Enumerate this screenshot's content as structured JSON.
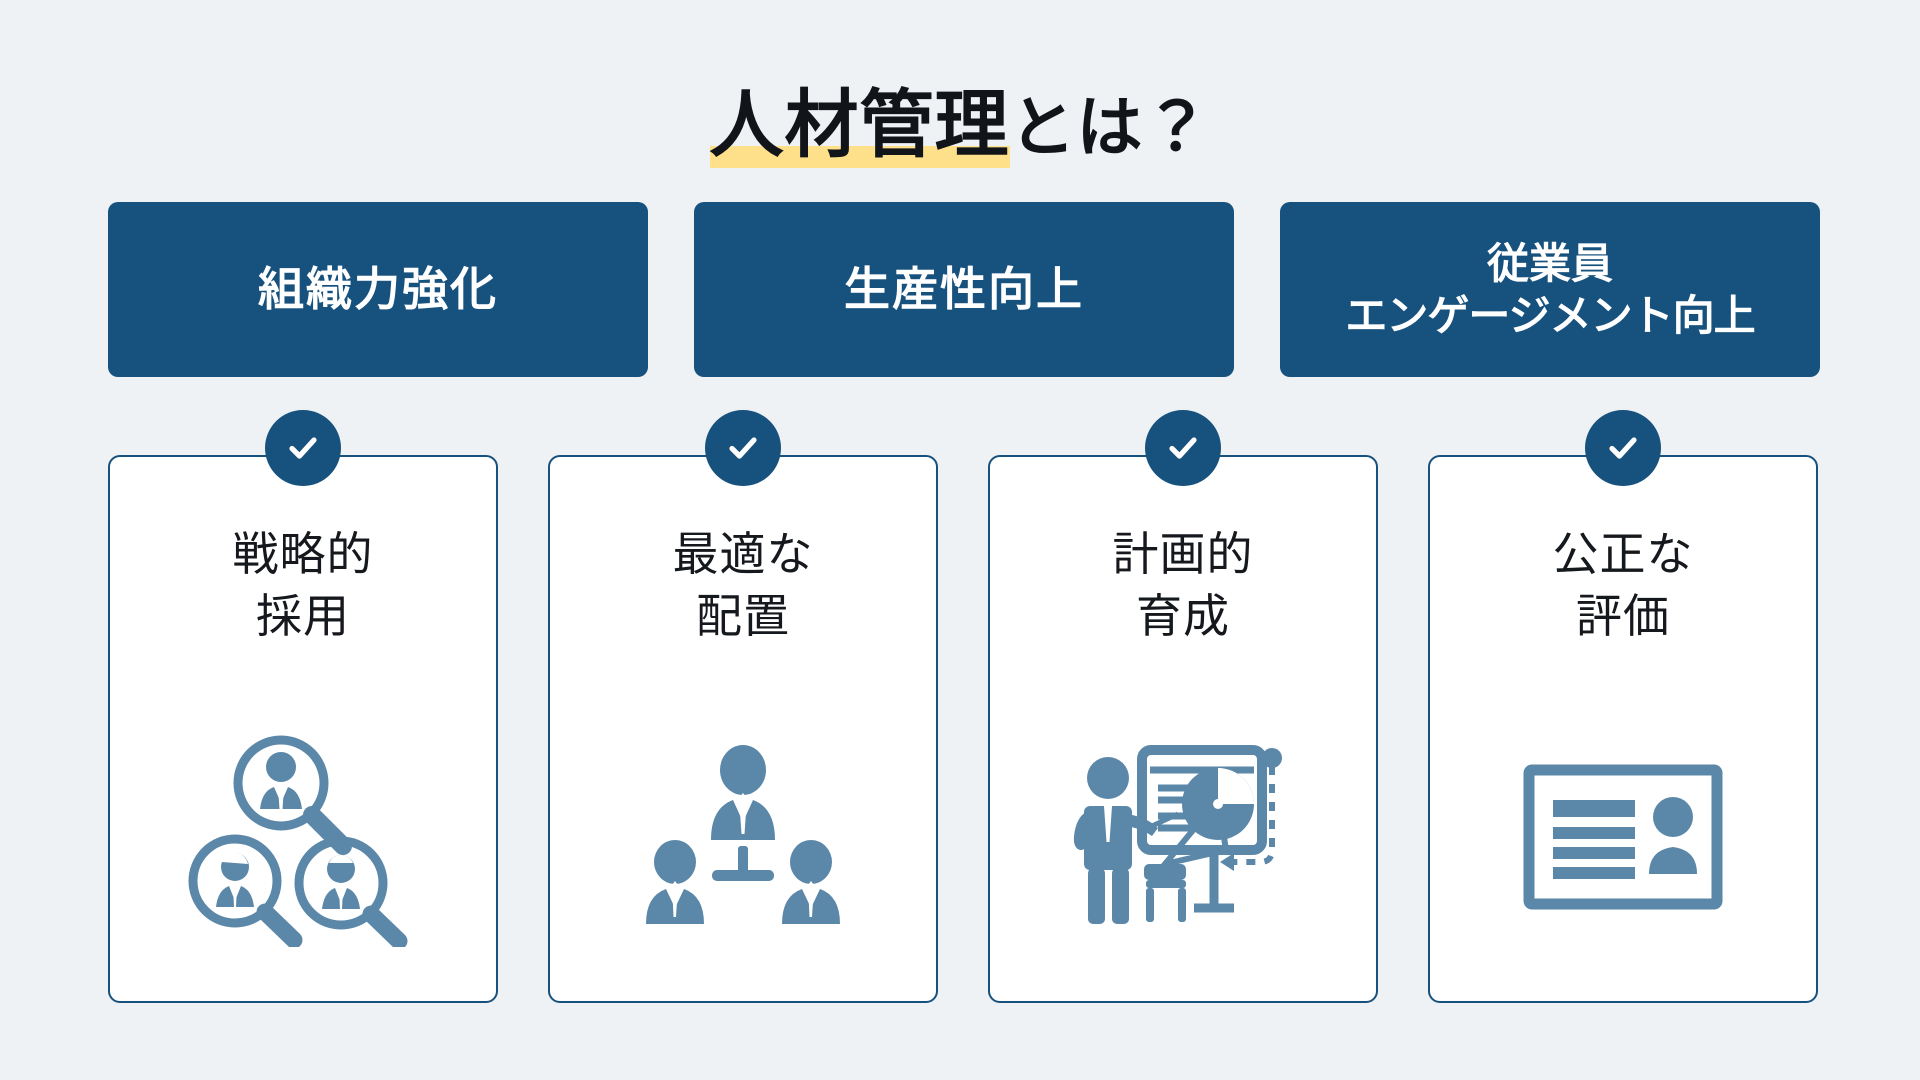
{
  "page": {
    "background_color": "#eef2f5",
    "accent_color": "#17517d",
    "icon_color": "#5b87a9",
    "highlight_color": "#ffe08a"
  },
  "title": {
    "highlighted": "人材管理",
    "tail": "とは？"
  },
  "pills": [
    {
      "line1": "組織力強化",
      "line2": ""
    },
    {
      "line1": "生産性向上",
      "line2": ""
    },
    {
      "line1": "従業員",
      "line2": "エンゲージメント向上"
    }
  ],
  "cards": [
    {
      "badge": "check-icon",
      "line1": "戦略的",
      "line2": "採用",
      "icon": "magnifier-people-icon"
    },
    {
      "badge": "check-icon",
      "line1": "最適な",
      "line2": "配置",
      "icon": "org-chart-people-icon"
    },
    {
      "badge": "check-icon",
      "line1": "計画的",
      "line2": "育成",
      "icon": "presentation-training-icon"
    },
    {
      "badge": "check-icon",
      "line1": "公正な",
      "line2": "評価",
      "icon": "id-card-icon"
    }
  ]
}
